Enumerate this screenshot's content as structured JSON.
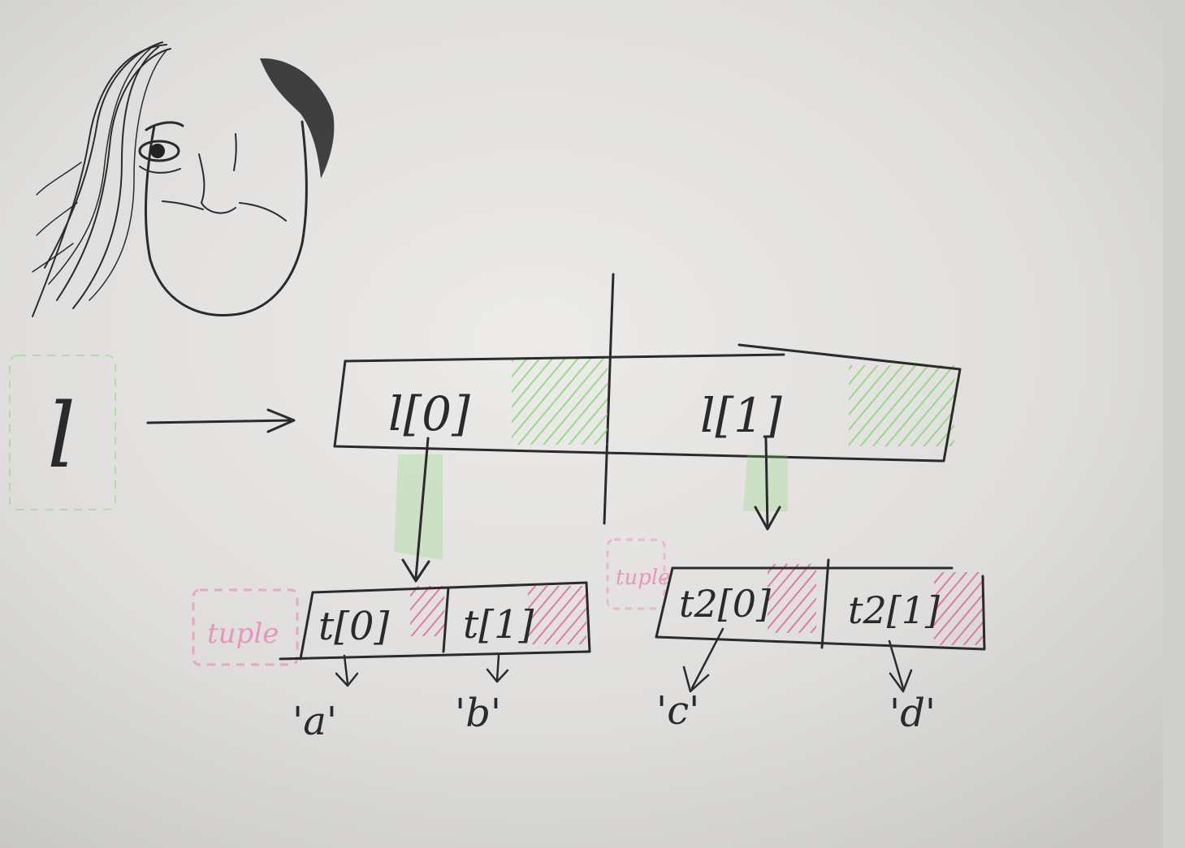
{
  "variable": {
    "name": "l"
  },
  "list_cells": [
    "l[0]",
    "l[1]"
  ],
  "tuple_1": {
    "tag": "tuple",
    "cells": [
      "t[0]",
      "t[1]"
    ],
    "values": [
      "'a'",
      "'b'"
    ]
  },
  "tuple_2": {
    "tag": "tuple",
    "cells": [
      "t2[0]",
      "t2[1]"
    ],
    "values": [
      "'c'",
      "'d'"
    ]
  },
  "colors": {
    "board": "#d8d8d6",
    "ink": "#2b2b2b",
    "list_highlight": "#7fd46a",
    "tuple_highlight": "#e0579a"
  }
}
